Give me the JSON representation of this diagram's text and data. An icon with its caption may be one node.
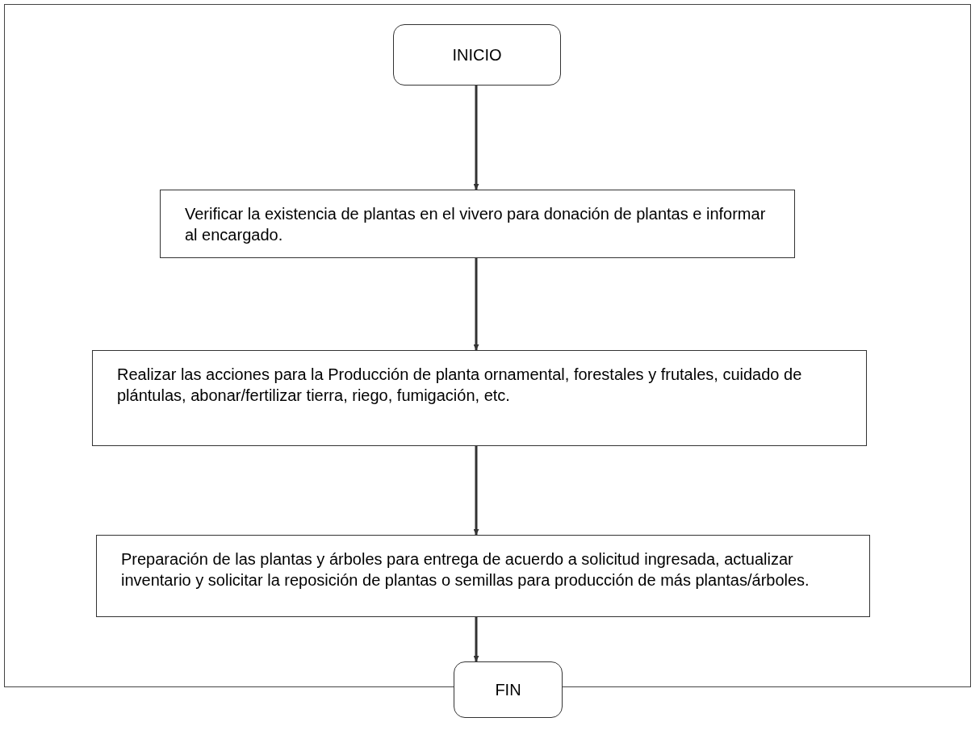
{
  "diagram": {
    "nodes": [
      {
        "text": [
          "INICIO"
        ]
      },
      {
        "text": [
          "Verificar la existencia de plantas en el vivero para donación de plantas e informar al encargado."
        ]
      },
      {
        "text": [
          "Realizar las acciones para la Producción de planta ornamental, forestales y frutales, cuidado de plántulas, abonar/fertilizar tierra, riego, fumigación, etc."
        ]
      },
      {
        "text": [
          "Preparación de las plantas y árboles para entrega de acuerdo a solicitud ingresada, actualizar inventario y solicitar la reposición de plantas o semillas para producción de más plantas/árboles."
        ]
      },
      {
        "text": [
          "FIN"
        ]
      }
    ],
    "edges": [
      {
        "from": 0,
        "to": 1,
        "arrow": "to"
      },
      {
        "from": 1,
        "to": 2,
        "arrow": "to"
      },
      {
        "from": 2,
        "to": 3,
        "arrow": "to"
      },
      {
        "from": 3,
        "to": 4,
        "arrow": "to"
      }
    ]
  }
}
